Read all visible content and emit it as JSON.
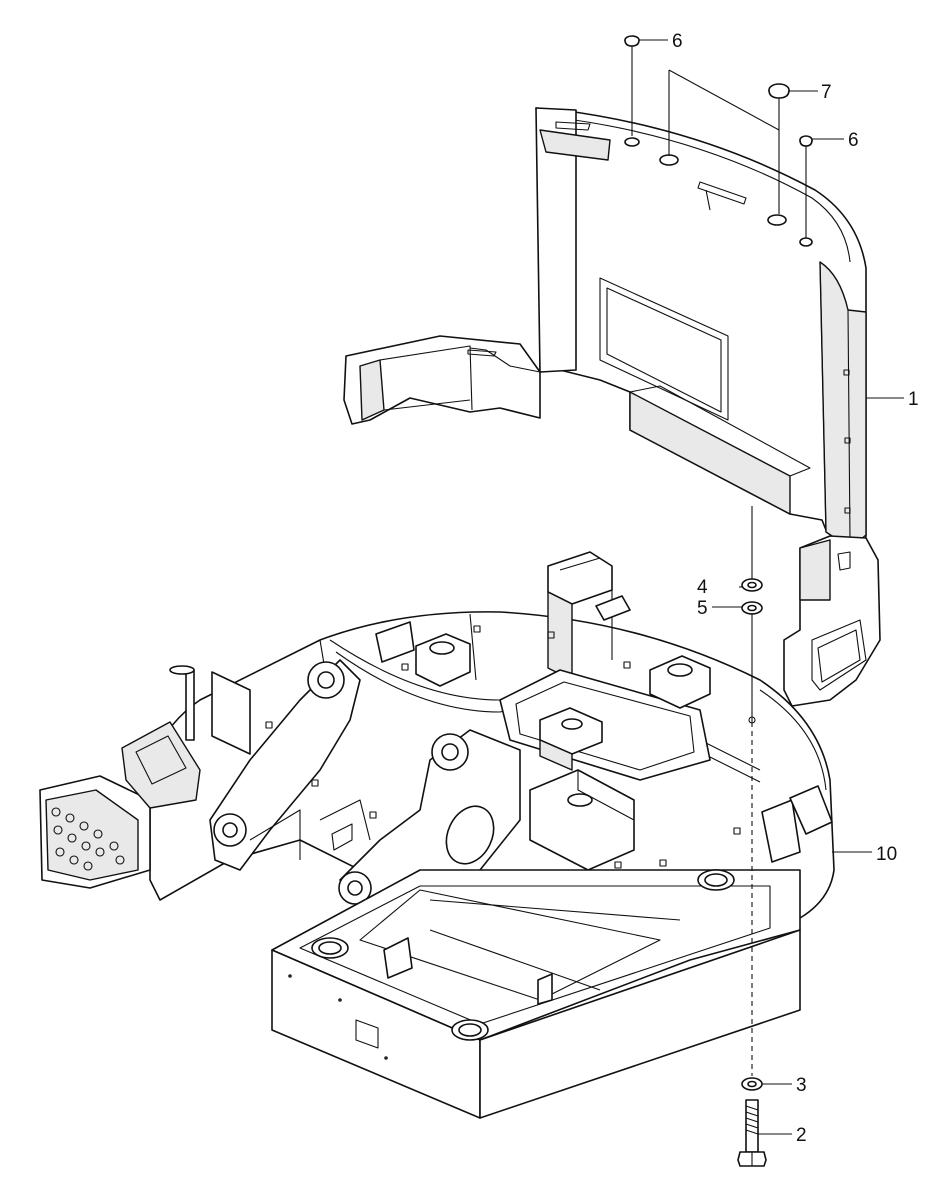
{
  "callouts": [
    {
      "id": "c6a",
      "label": "6"
    },
    {
      "id": "c7",
      "label": "7"
    },
    {
      "id": "c6b",
      "label": "6"
    },
    {
      "id": "c1",
      "label": "1"
    },
    {
      "id": "c4",
      "label": "4"
    },
    {
      "id": "c5",
      "label": "5"
    },
    {
      "id": "c10",
      "label": "10"
    },
    {
      "id": "c3",
      "label": "3"
    },
    {
      "id": "c2",
      "label": "2"
    }
  ]
}
